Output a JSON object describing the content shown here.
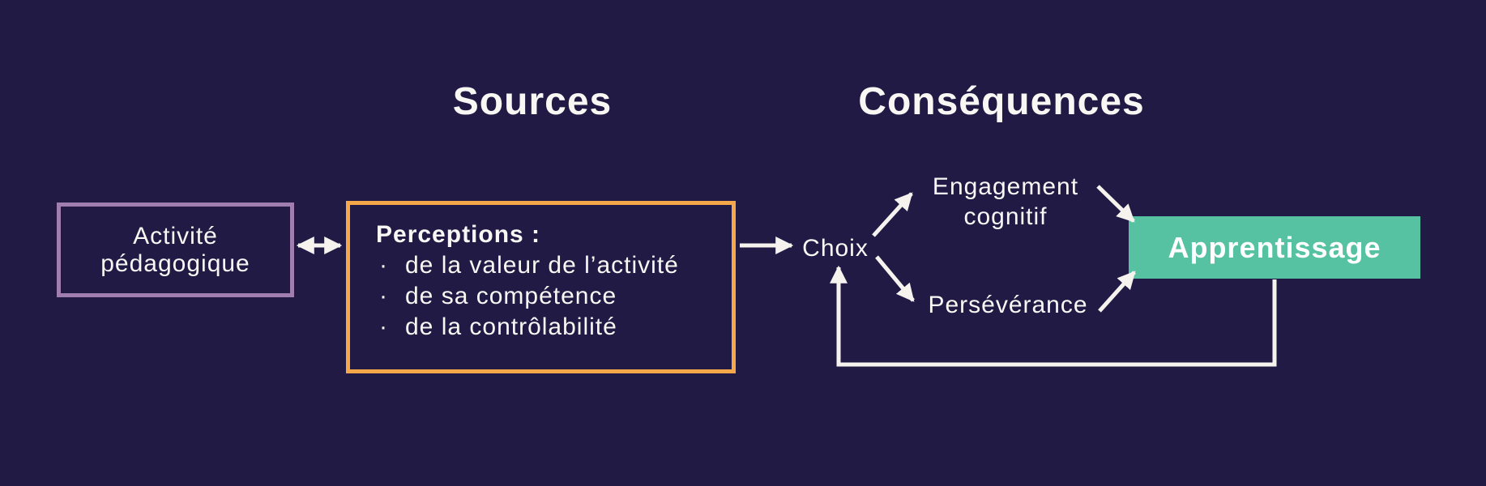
{
  "titles": {
    "sources": "Sources",
    "consequences": "Conséquences"
  },
  "nodes": {
    "activite": {
      "line1": "Activité",
      "line2": "pédagogique"
    },
    "perceptions": {
      "heading": "Perceptions :",
      "bullet_char": "·",
      "bullets": [
        "de la valeur de l’activité",
        "de sa compétence",
        "de la contrôlabilité"
      ]
    },
    "choix": "Choix",
    "engagement": {
      "line1": "Engagement",
      "line2": "cognitif"
    },
    "perseverance": "Persévérance",
    "apprentissage": "Apprentissage"
  },
  "connections": [
    "activite-pedagogique <-> perceptions",
    "perceptions -> choix",
    "choix -> engagement-cognitif",
    "choix -> perseverance",
    "engagement-cognitif -> apprentissage",
    "perseverance -> apprentissage",
    "apprentissage -> choix (feedback loop)"
  ],
  "colors": {
    "background": "#201a44",
    "purple_border": "#a07fb0",
    "orange_border": "#f5a84a",
    "teal_fill": "#56c2a2",
    "text": "#f9f7f4",
    "arrow": "#f6f3ee"
  }
}
